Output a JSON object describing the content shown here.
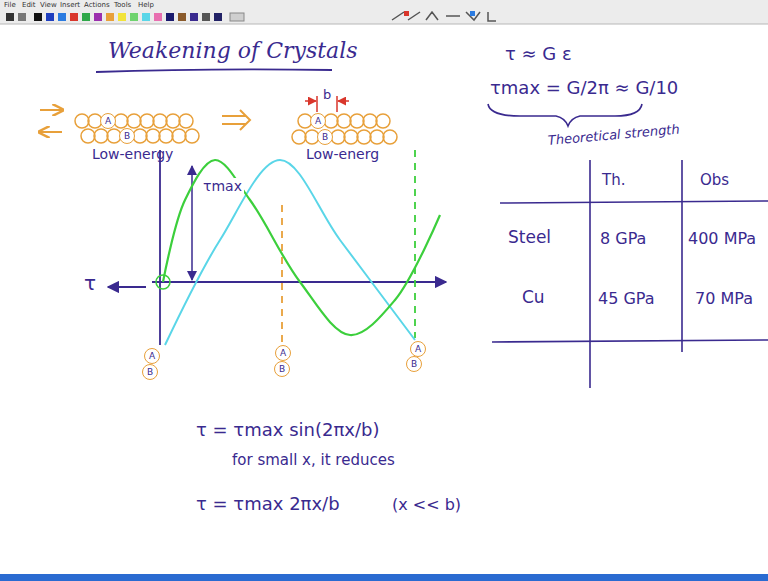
{
  "diagram": {
    "title": "Weakening of Crystals",
    "nodes": [
      {
        "text": [
          "A"
        ]
      },
      {
        "text": [
          "B"
        ]
      },
      {
        "text": [
          "A"
        ]
      },
      {
        "text": [
          "B"
        ]
      },
      {
        "text": [
          "A"
        ]
      },
      {
        "text": [
          "B"
        ]
      },
      {
        "text": [
          "A"
        ]
      },
      {
        "text": [
          "B"
        ]
      },
      {
        "text": [
          "A"
        ]
      },
      {
        "text": [
          "B"
        ]
      }
    ],
    "labels": [
      "File",
      "Edit",
      "View",
      "Insert",
      "Actions",
      "Tools",
      "Help",
      "Low-energy",
      "Low-energ",
      "b",
      "τ",
      "τmax",
      "τ = τmax sin(2πx/b)",
      "for small x, it reduces",
      "τ = τmax 2πx/b",
      "(x << b)",
      "τ ≈ G ε",
      "τmax = G/2π ≈ G/10",
      "Theoretical strength",
      "Th.",
      "Obs",
      "Steel",
      "8 GPa",
      "400 MPa",
      "Cu",
      "45 GPa",
      "70 MPa"
    ]
  }
}
